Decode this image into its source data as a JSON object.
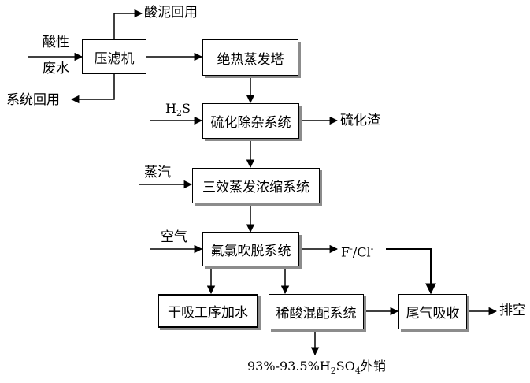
{
  "boxes": {
    "filter_press": "压滤机",
    "adiabatic_tower": "绝热蒸发塔",
    "sulfide_removal": "硫化除杂系统",
    "triple_effect": "三效蒸发浓缩系统",
    "fluorine_chlorine": "氟氯吹脱系统",
    "dry_absorb": "干吸工序加水",
    "dilute_acid": "稀酸混配系统",
    "tail_gas": "尾气吸收"
  },
  "labels": {
    "sludge_reuse": "酸泥回用",
    "acid_wastewater_line1": "酸性",
    "acid_wastewater_line2": "废水",
    "system_reuse": "系统回用",
    "h2s_main": "H",
    "h2s_sub": "2",
    "h2s_tail": "S",
    "sulfide_slag": "硫化渣",
    "steam": "蒸汽",
    "air": "空气",
    "f_main": "F",
    "f_sup": "-",
    "cl_main": "/Cl",
    "cl_sup": "-",
    "vent": "排空",
    "product_part1": "93%-93.5%H",
    "product_sub1": "2",
    "product_part2": "SO",
    "product_sub2": "4",
    "product_part3": "外销"
  }
}
